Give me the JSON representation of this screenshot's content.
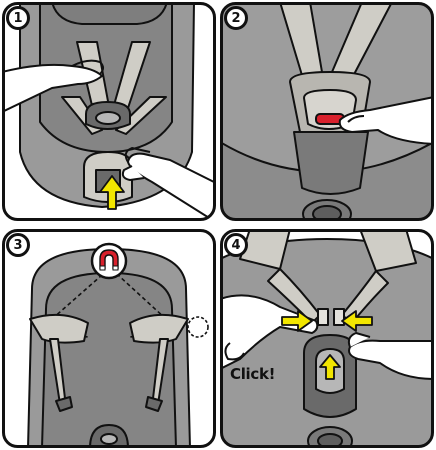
{
  "steps": [
    {
      "number": "1"
    },
    {
      "number": "2"
    },
    {
      "number": "3"
    },
    {
      "number": "4",
      "callout": "Click!"
    }
  ],
  "colors": {
    "seat_shell": "#9a9a9a",
    "seat_dark": "#7e7e7e",
    "strap": "#cfcdc6",
    "outline": "#111111",
    "arrow": "#f2e600",
    "release_button": "#d8202c",
    "magnet_icon": "#d8202c"
  },
  "icons": {
    "step3": "magnet-icon",
    "arrows": "yellow-arrow-icon"
  }
}
